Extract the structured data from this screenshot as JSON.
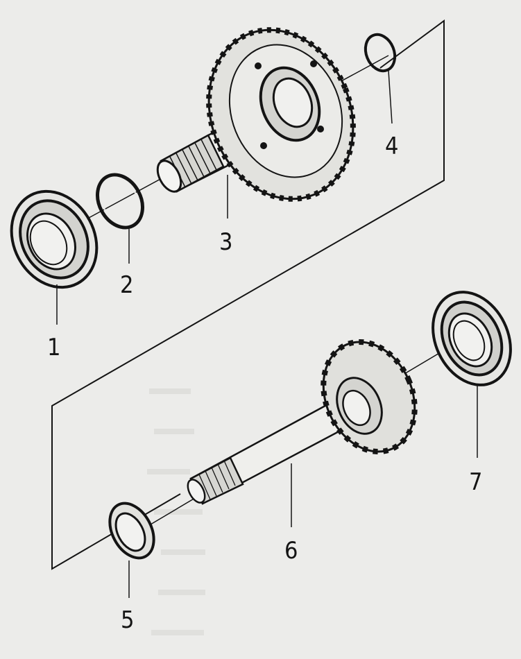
{
  "diagram": {
    "callouts": [
      {
        "id": "1",
        "label": "1"
      },
      {
        "id": "2",
        "label": "2"
      },
      {
        "id": "3",
        "label": "3"
      },
      {
        "id": "4",
        "label": "4"
      },
      {
        "id": "5",
        "label": "5"
      },
      {
        "id": "6",
        "label": "6"
      },
      {
        "id": "7",
        "label": "7"
      }
    ],
    "ink_color": "#141414",
    "paper_color": "#ececea"
  }
}
